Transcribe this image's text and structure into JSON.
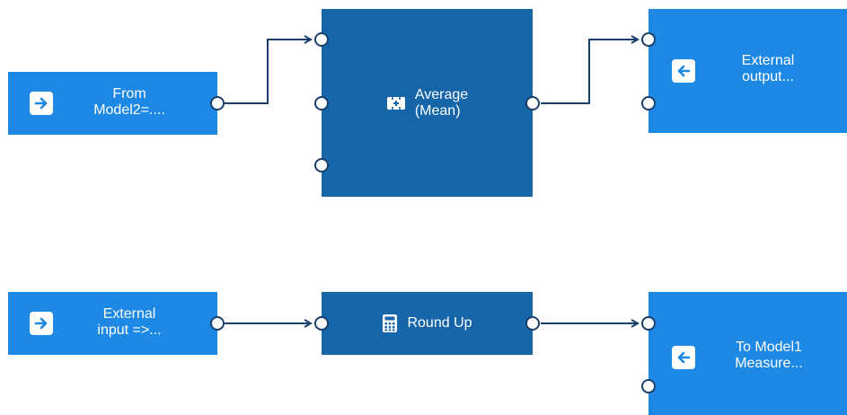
{
  "nodes": {
    "from_model2": {
      "label": "From\nModel2=....",
      "icon": "arrow-right-into-icon"
    },
    "average": {
      "label": "Average\n(Mean)",
      "icon": "average-icon"
    },
    "external_output": {
      "label": "External\noutput...",
      "icon": "arrow-left-into-icon"
    },
    "external_input": {
      "label": "External\ninput =>...",
      "icon": "arrow-right-into-icon"
    },
    "round_up": {
      "label": "Round Up",
      "icon": "calculator-icon"
    },
    "to_model1": {
      "label": "To Model1\nMeasure...",
      "icon": "arrow-left-into-icon"
    }
  },
  "colors": {
    "io_node": "#1e88e5",
    "operation_node": "#1565a8",
    "wire": "#1a3f6b",
    "port_fill": "#ffffff"
  }
}
